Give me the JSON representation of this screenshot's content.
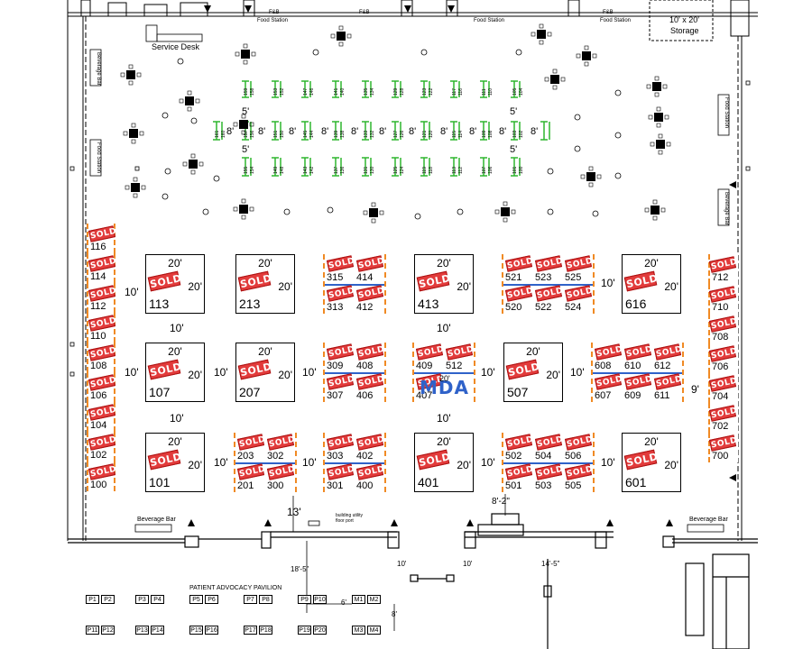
{
  "labels": {
    "service_desk": "Service Desk",
    "storage_size": "10' x 20'",
    "storage": "Storage",
    "beverage_bar": "Beverage Bar",
    "food_station": "Food Station",
    "fab": "F&B",
    "building_utility": "building utility",
    "floor_port": "floor port",
    "patient_advocacy": "PATIENT ADVOCACY PAVILION",
    "mda": "MDA"
  },
  "dimensions": {
    "d20": "20'",
    "d10": "10'",
    "d8": "8'",
    "d5": "5'",
    "d9": "9'",
    "d13": "13'",
    "d8_2": "8'-2\"",
    "d18_5": "18'-5\"",
    "d14_5": "14'-5\"",
    "d6": "6'"
  },
  "sold_text": "SOLD",
  "big_booths": [
    {
      "num": "113",
      "sold": true
    },
    {
      "num": "213",
      "sold": true
    },
    {
      "num": "413",
      "sold": true
    },
    {
      "num": "616",
      "sold": true
    },
    {
      "num": "107",
      "sold": true
    },
    {
      "num": "207",
      "sold": true
    },
    {
      "num": "507",
      "sold": true
    },
    {
      "num": "101",
      "sold": true
    },
    {
      "num": "401",
      "sold": true
    },
    {
      "num": "601",
      "sold": true
    }
  ],
  "small_booths": [
    "315",
    "414",
    "313",
    "412",
    "521",
    "523",
    "525",
    "520",
    "522",
    "524",
    "309",
    "408",
    "307",
    "406",
    "409",
    "512",
    "407",
    "608",
    "610",
    "612",
    "607",
    "609",
    "611",
    "203",
    "302",
    "201",
    "300",
    "303",
    "402",
    "301",
    "400",
    "502",
    "504",
    "506",
    "501",
    "503",
    "505"
  ],
  "left_column": [
    "116",
    "114",
    "112",
    "110",
    "108",
    "106",
    "104",
    "102",
    "100"
  ],
  "right_column": [
    "712",
    "710",
    "708",
    "706",
    "704",
    "702",
    "700"
  ],
  "tables_top": [
    "P1",
    "P2",
    "P3",
    "P4",
    "P5",
    "P6",
    "P7",
    "P8",
    "P9",
    "P10",
    "M1",
    "M2"
  ],
  "tables_bottom": [
    "P11",
    "P12",
    "P13",
    "P14",
    "P15",
    "P16",
    "P17",
    "P18",
    "P19",
    "P20",
    "M3",
    "M4"
  ],
  "green_numbers": [
    "161",
    "160",
    "159",
    "158",
    "157",
    "156",
    "155",
    "154",
    "153",
    "152",
    "151",
    "150",
    "149",
    "148",
    "147",
    "146",
    "145",
    "144",
    "143",
    "142",
    "141",
    "140",
    "139",
    "138",
    "137",
    "136",
    "135",
    "134",
    "133",
    "132",
    "131",
    "130",
    "129",
    "128",
    "127",
    "126",
    "125",
    "124",
    "123",
    "122",
    "121",
    "120",
    "119",
    "118",
    "117",
    "116",
    "115",
    "114",
    "113",
    "112",
    "111",
    "110",
    "109",
    "108",
    "107",
    "106",
    "105",
    "104",
    "103",
    "102",
    "101",
    "100"
  ],
  "colors": {
    "sold": "#e23b3b",
    "green": "#2db52d",
    "orange": "#f08a24",
    "blue": "#2f62c9"
  }
}
